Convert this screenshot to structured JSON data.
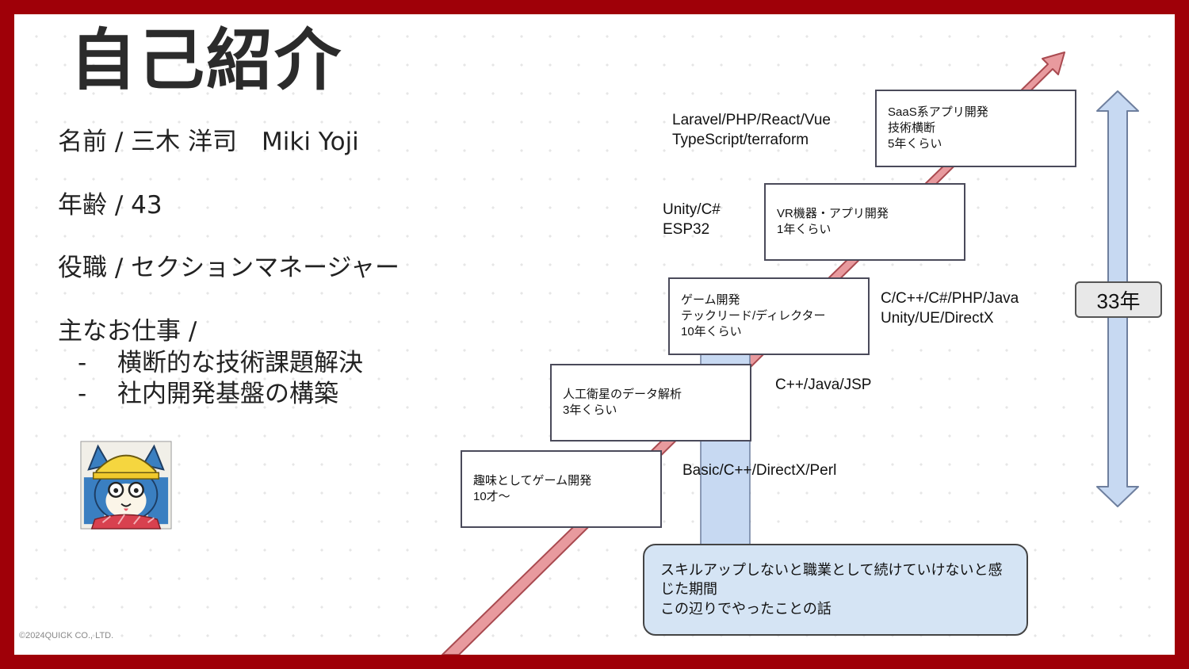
{
  "slide": {
    "title": "自己紹介",
    "copyright": "©2024QUICK CO., LTD."
  },
  "profile": {
    "name_line": "名前 / 三木 洋司　Miki Yoji",
    "age_line": "年齢 / 43",
    "role_line": "役職 / セクションマネージャー",
    "work_heading": "主なお仕事 /",
    "work_items": [
      {
        "dash": "-",
        "text": "横断的な技術課題解決"
      },
      {
        "dash": "-",
        "text": "社内開発基盤の構築"
      }
    ]
  },
  "career": {
    "steps": [
      {
        "lines": [
          "趣味としてゲーム開発",
          "10才～"
        ],
        "tech": [
          "Basic/C++/DirectX/Perl"
        ]
      },
      {
        "lines": [
          "人工衛星のデータ解析",
          "3年くらい"
        ],
        "tech": [
          "C++/Java/JSP"
        ]
      },
      {
        "lines": [
          "ゲーム開発",
          "テックリード/ディレクター",
          "10年くらい"
        ],
        "tech": [
          "C/C++/C#/PHP/Java",
          "Unity/UE/DirectX"
        ]
      },
      {
        "lines": [
          "VR機器・アプリ開発",
          "1年くらい"
        ],
        "tech": [
          "Unity/C#",
          "ESP32"
        ]
      },
      {
        "lines": [
          "SaaS系アプリ開発",
          "技術横断",
          "5年くらい"
        ],
        "tech": [
          "Laravel/PHP/React/Vue",
          "TypeScript/terraform"
        ]
      }
    ],
    "total_years": "33年",
    "callout_lines": [
      "スキルアップしないと職業として続けていけないと感",
      "じた期間",
      "この辺りでやったことの話"
    ],
    "colors": {
      "arrow_fill": "#e89a9e",
      "arrow_stroke": "#a94a50",
      "span_fill": "#c7d9f2",
      "span_stroke": "#6e7f9e",
      "callout_fill": "#d5e4f4"
    }
  }
}
